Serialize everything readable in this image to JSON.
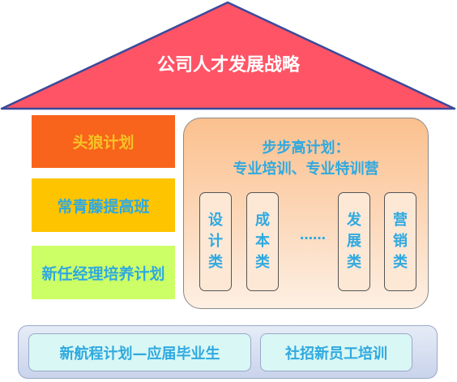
{
  "roof": {
    "title": "公司人才发展战略",
    "fill": "#ff5466",
    "stroke": "#3a4a9a"
  },
  "left_boxes": [
    {
      "label": "头狼计划",
      "color": "#f8641c"
    },
    {
      "label": "常青藤提高班",
      "color": "#ffc400"
    },
    {
      "label": "新任经理培养计划",
      "color": "#ccff66"
    }
  ],
  "panel": {
    "title_line1": "步步高计划：",
    "title_line2": "专业培训、专业特训营",
    "categories": [
      {
        "chars": [
          "设",
          "计",
          "类"
        ]
      },
      {
        "chars": [
          "成",
          "本",
          "类"
        ]
      },
      {
        "chars": [
          "发",
          "展",
          "类"
        ]
      },
      {
        "chars": [
          "营",
          "销",
          "类"
        ]
      }
    ],
    "ellipsis": "……"
  },
  "base": {
    "left_label": "新航程计划—应届毕业生",
    "right_label": "社招新员工培训"
  },
  "colors": {
    "text_blue": "#2fa9e0"
  }
}
